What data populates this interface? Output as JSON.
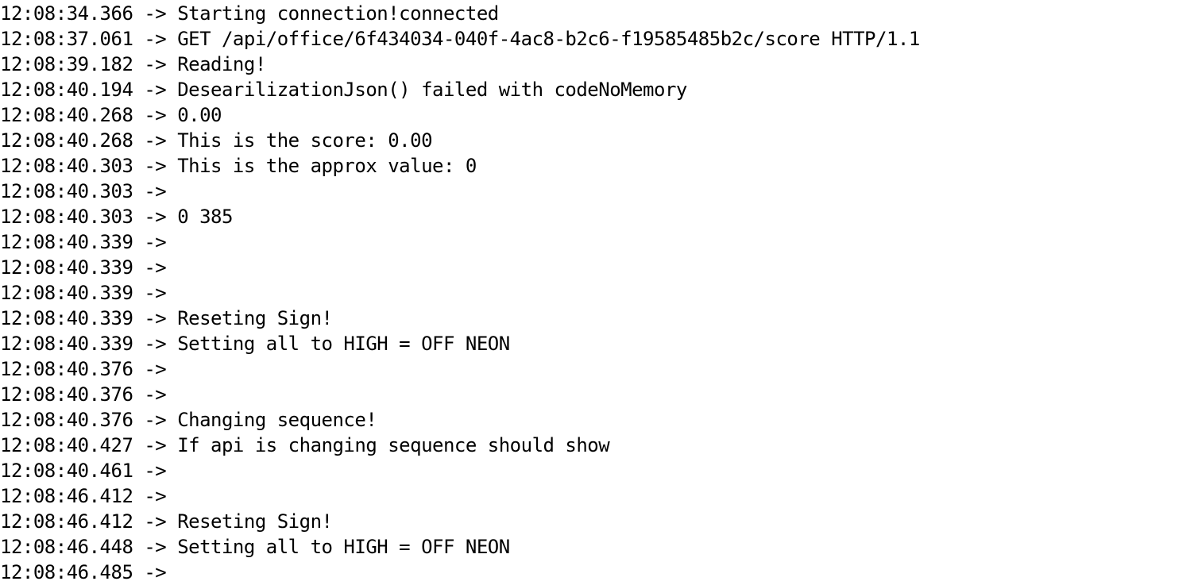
{
  "serial_monitor": {
    "arrow": " -> ",
    "lines": [
      {
        "time": "12:08:34.366",
        "message": "Starting connection!connected"
      },
      {
        "time": "12:08:37.061",
        "message": "GET /api/office/6f434034-040f-4ac8-b2c6-f19585485b2c/score HTTP/1.1"
      },
      {
        "time": "12:08:39.182",
        "message": "Reading!"
      },
      {
        "time": "12:08:40.194",
        "message": "DesearilizationJson() failed with codeNoMemory"
      },
      {
        "time": "12:08:40.268",
        "message": "0.00"
      },
      {
        "time": "12:08:40.268",
        "message": "This is the score: 0.00"
      },
      {
        "time": "12:08:40.303",
        "message": "This is the approx value: 0"
      },
      {
        "time": "12:08:40.303",
        "message": ""
      },
      {
        "time": "12:08:40.303",
        "message": "0 385"
      },
      {
        "time": "12:08:40.339",
        "message": ""
      },
      {
        "time": "12:08:40.339",
        "message": ""
      },
      {
        "time": "12:08:40.339",
        "message": ""
      },
      {
        "time": "12:08:40.339",
        "message": "Reseting Sign!"
      },
      {
        "time": "12:08:40.339",
        "message": "Setting all to HIGH = OFF NEON"
      },
      {
        "time": "12:08:40.376",
        "message": ""
      },
      {
        "time": "12:08:40.376",
        "message": ""
      },
      {
        "time": "12:08:40.376",
        "message": "Changing sequence!"
      },
      {
        "time": "12:08:40.427",
        "message": "If api is changing sequence should show"
      },
      {
        "time": "12:08:40.461",
        "message": ""
      },
      {
        "time": "12:08:46.412",
        "message": ""
      },
      {
        "time": "12:08:46.412",
        "message": "Reseting Sign!"
      },
      {
        "time": "12:08:46.448",
        "message": "Setting all to HIGH = OFF NEON"
      },
      {
        "time": "12:08:46.485",
        "message": ""
      }
    ]
  }
}
